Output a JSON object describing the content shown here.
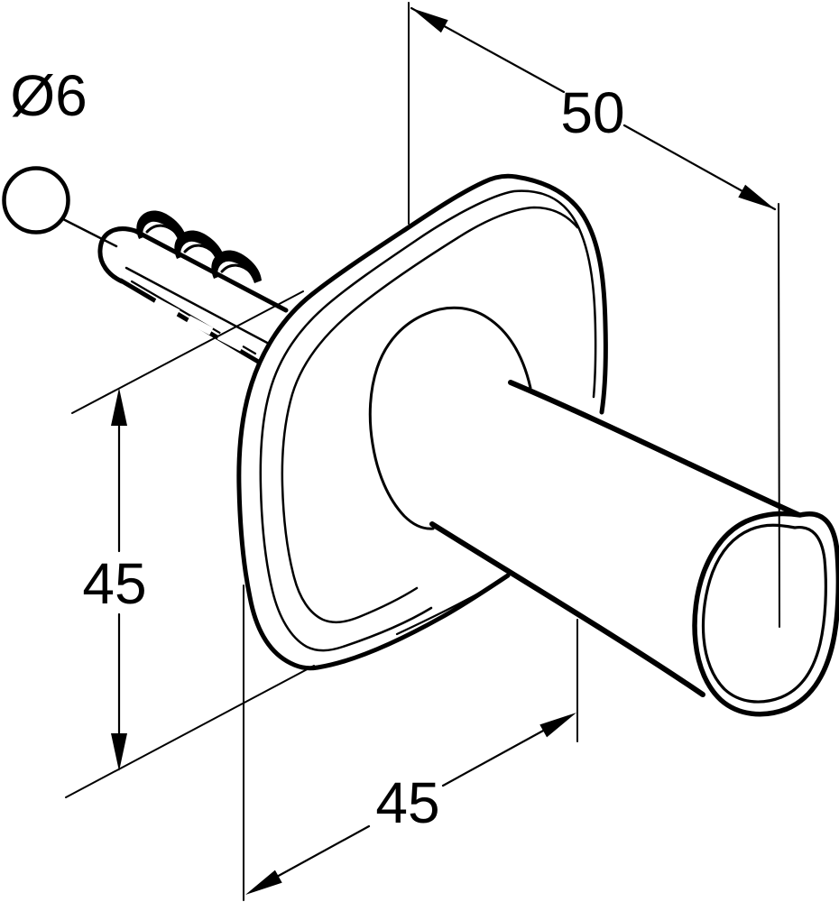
{
  "drawing": {
    "type": "technical-installation-drawing",
    "subject": "wall hook with escutcheon plate, mounting plug and drill hole symbol",
    "background_color": "#ffffff",
    "line_color": "#000000",
    "dimensions": {
      "drill_diameter": {
        "label": "Ø6"
      },
      "depth": {
        "label": "50"
      },
      "height": {
        "label": "45"
      },
      "width": {
        "label": "45"
      }
    }
  }
}
